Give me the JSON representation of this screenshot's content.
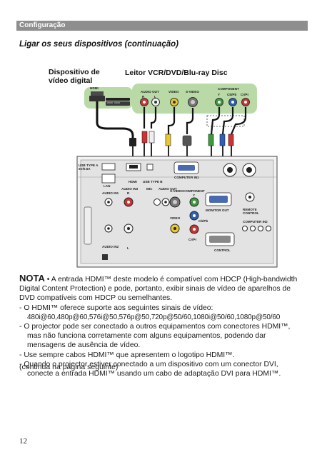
{
  "header": {
    "section": "Configuração"
  },
  "title": "Ligar os seus dispositivos (continuação)",
  "diagram": {
    "device1_label": "Dispositivo de\nvídeo digital",
    "device1_port": "HDMI",
    "device2_label": "Leitor VCR/DVD/Blu-ray Disc",
    "player_ports": {
      "audio_out": "AUDIO OUT",
      "r": "R",
      "l": "L",
      "video": "VIDEO",
      "svideo": "S-VIDEO",
      "component": "COMPONENT",
      "y": "Y",
      "cbpb": "Cb/Pb",
      "crpr": "Cr/Pr"
    },
    "projector_ports": {
      "usb": "USB TYPE A\n5V/0.5A",
      "hdmi": "HDMI",
      "usb_b": "USB TYPE B",
      "computer_in1": "COMPUTER IN1",
      "lan": "LAN",
      "audio_in2": "AUDIO IN2",
      "audio_out": "AUDIO OUT",
      "audio_in1": "AUDIO IN1",
      "audio_in3": "AUDIO IN3",
      "r": "R",
      "l": "L",
      "mic": "MIC",
      "svideo": "S-VIDEO",
      "component": "COMPONENT",
      "y": "Y",
      "video": "VIDEO",
      "cbpb": "Cb/Pb",
      "crpr": "Cr/Pr",
      "monitor_out": "MONITOR OUT",
      "remote_control": "REMOTE\nCONTROL",
      "computer_in2": "COMPUTER IN2",
      "control": "CONTROL",
      "audio_in2_b": "AUDIO IN2"
    }
  },
  "note": {
    "label": "NOTA",
    "paragraphs": [
      "• A entrada HDMI™ deste modelo é compatível com HDCP (High-bandwidth Digital Content Protection) e pode, portanto, exibir sinais de vídeo de aparelhos de DVD compatíveis com HDCP ou semelhantes.",
      "- O HDMI™ oferece suporte aos seguintes sinais de vídeo:",
      "480i@60,480p@60,576i@50,576p@50,720p@50/60,1080i@50/60,1080p@50/60",
      "- O projector pode ser conectado a outros equipamentos com conectores HDMI™, mas não funciona corretamente com alguns equipamentos, podendo dar mensagens de ausência de vídeo.",
      "- Use sempre cabos HDMI™ que apresentem o logotipo HDMI™.",
      "- Quando o projector estiver conectado a um dispositivo com um conector DVI, conecte a entrada HDMI™ usando um cabo de adaptação DVI para HDMI™."
    ]
  },
  "continued": "(continua na página seguinte)",
  "page_number": "12"
}
